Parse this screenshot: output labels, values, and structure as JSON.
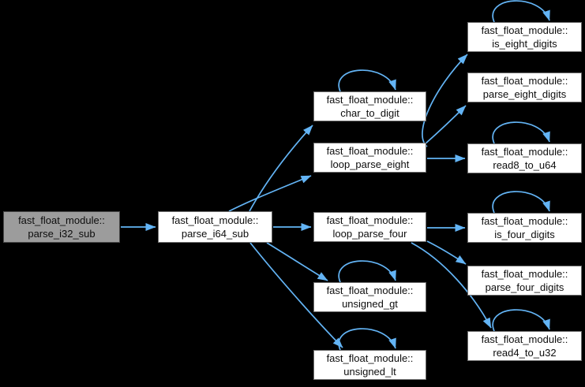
{
  "diagram": {
    "kind": "call-graph",
    "module": "fast_float_module",
    "colors": {
      "background": "#000000",
      "arrow": "#63b4f5",
      "node_fill": "#ffffff",
      "node_border": "#6e6e6e",
      "node_text": "#0d0d0d",
      "focus_fill": "#9c9c9c",
      "focus_border": "#474747"
    },
    "nodes": [
      {
        "id": "parse_i32_sub",
        "line1": "fast_float_module::",
        "line2": "parse_i32_sub",
        "focused": true
      },
      {
        "id": "parse_i64_sub",
        "line1": "fast_float_module::",
        "line2": "parse_i64_sub",
        "focused": false
      },
      {
        "id": "char_to_digit",
        "line1": "fast_float_module::",
        "line2": "char_to_digit",
        "focused": false
      },
      {
        "id": "loop_parse_eight",
        "line1": "fast_float_module::",
        "line2": "loop_parse_eight",
        "focused": false
      },
      {
        "id": "loop_parse_four",
        "line1": "fast_float_module::",
        "line2": "loop_parse_four",
        "focused": false
      },
      {
        "id": "unsigned_gt",
        "line1": "fast_float_module::",
        "line2": "unsigned_gt",
        "focused": false
      },
      {
        "id": "unsigned_lt",
        "line1": "fast_float_module::",
        "line2": "unsigned_lt",
        "focused": false
      },
      {
        "id": "is_eight_digits",
        "line1": "fast_float_module::",
        "line2": "is_eight_digits",
        "focused": false
      },
      {
        "id": "parse_eight_digits",
        "line1": "fast_float_module::",
        "line2": "parse_eight_digits",
        "focused": false
      },
      {
        "id": "read8_to_u64",
        "line1": "fast_float_module::",
        "line2": "read8_to_u64",
        "focused": false
      },
      {
        "id": "is_four_digits",
        "line1": "fast_float_module::",
        "line2": "is_four_digits",
        "focused": false
      },
      {
        "id": "parse_four_digits",
        "line1": "fast_float_module::",
        "line2": "parse_four_digits",
        "focused": false
      },
      {
        "id": "read4_to_u32",
        "line1": "fast_float_module::",
        "line2": "read4_to_u32",
        "focused": false
      }
    ],
    "edges": [
      {
        "from": "parse_i32_sub",
        "to": "parse_i64_sub"
      },
      {
        "from": "parse_i64_sub",
        "to": "char_to_digit"
      },
      {
        "from": "parse_i64_sub",
        "to": "loop_parse_eight"
      },
      {
        "from": "parse_i64_sub",
        "to": "loop_parse_four"
      },
      {
        "from": "parse_i64_sub",
        "to": "unsigned_gt"
      },
      {
        "from": "parse_i64_sub",
        "to": "unsigned_lt"
      },
      {
        "from": "char_to_digit",
        "to": "char_to_digit"
      },
      {
        "from": "loop_parse_eight",
        "to": "is_eight_digits"
      },
      {
        "from": "loop_parse_eight",
        "to": "parse_eight_digits"
      },
      {
        "from": "loop_parse_eight",
        "to": "read8_to_u64"
      },
      {
        "from": "loop_parse_four",
        "to": "is_four_digits"
      },
      {
        "from": "loop_parse_four",
        "to": "parse_four_digits"
      },
      {
        "from": "loop_parse_four",
        "to": "read4_to_u32"
      },
      {
        "from": "is_eight_digits",
        "to": "is_eight_digits"
      },
      {
        "from": "read8_to_u64",
        "to": "read8_to_u64"
      },
      {
        "from": "is_four_digits",
        "to": "is_four_digits"
      },
      {
        "from": "read4_to_u32",
        "to": "read4_to_u32"
      },
      {
        "from": "unsigned_gt",
        "to": "unsigned_gt"
      },
      {
        "from": "unsigned_lt",
        "to": "unsigned_lt"
      }
    ]
  }
}
